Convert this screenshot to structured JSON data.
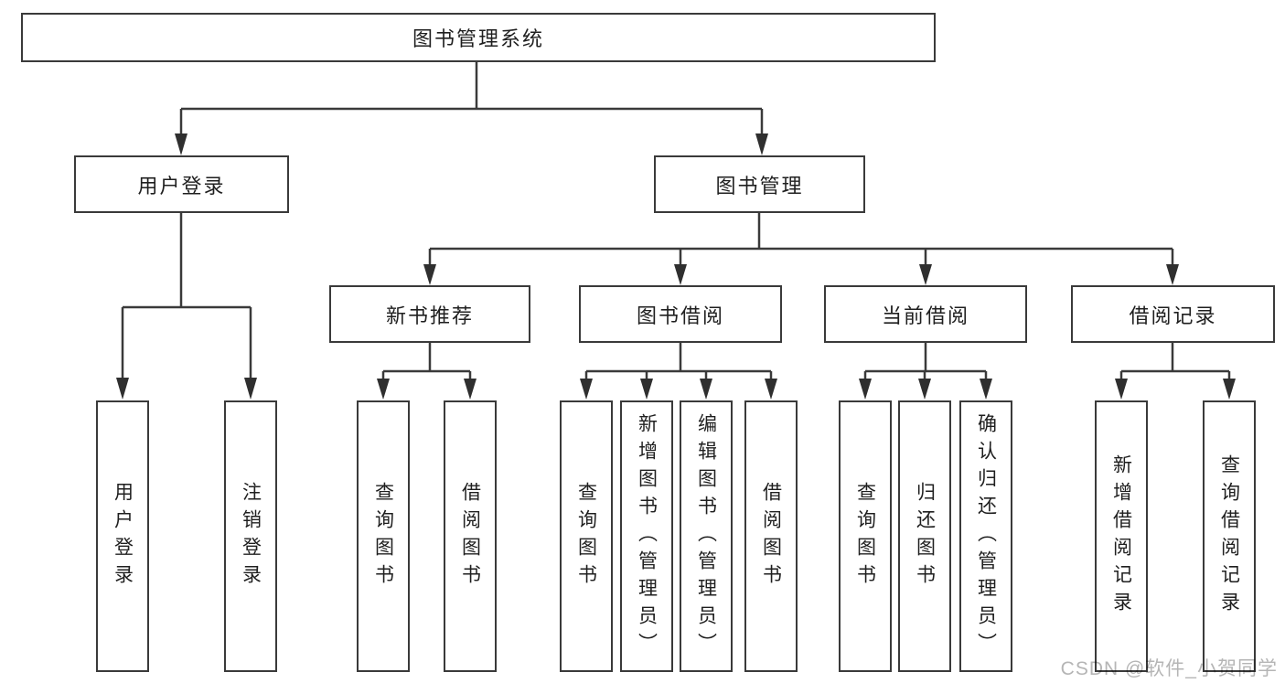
{
  "watermark": "CSDN @软件_小贺同学",
  "colors": {
    "line": "#3a3a3a",
    "box_border": "#3a3a3a",
    "text": "#1f1f1f",
    "watermark": "#b5b5b5",
    "background": "#ffffff"
  },
  "root": {
    "label": "图书管理系统",
    "children": [
      {
        "label": "用户登录",
        "children": [
          {
            "label": "用户登录"
          },
          {
            "label": "注销登录"
          }
        ]
      },
      {
        "label": "图书管理",
        "children": [
          {
            "label": "新书推荐",
            "children": [
              {
                "label": "查询图书"
              },
              {
                "label": "借阅图书"
              }
            ]
          },
          {
            "label": "图书借阅",
            "children": [
              {
                "label": "查询图书"
              },
              {
                "label": "新增图书（管理员）"
              },
              {
                "label": "编辑图书（管理员）"
              },
              {
                "label": "借阅图书"
              }
            ]
          },
          {
            "label": "当前借阅",
            "children": [
              {
                "label": "查询图书"
              },
              {
                "label": "归还图书"
              },
              {
                "label": "确认归还（管理员）"
              }
            ]
          },
          {
            "label": "借阅记录",
            "children": [
              {
                "label": "新增借阅记录"
              },
              {
                "label": "查询借阅记录"
              }
            ]
          }
        ]
      }
    ]
  }
}
